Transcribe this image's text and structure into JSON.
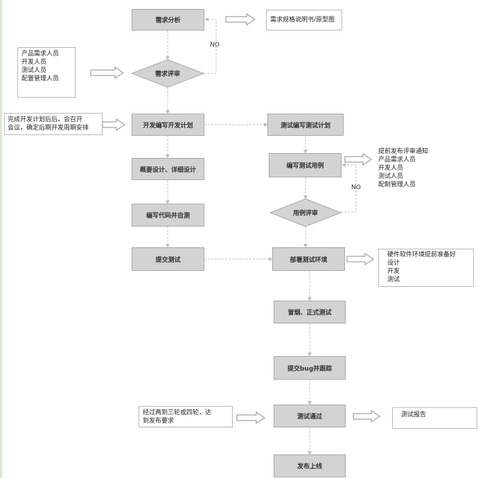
{
  "steps": {
    "requirements_analysis": "需求分析",
    "requirements_review": "需求评审",
    "dev_plan": "开发编写开发计划",
    "test_plan": "测试编写测试计划",
    "overview_design": "概要设计、详细设计",
    "write_cases": "编写测试用例",
    "code_selftest": "编写代码并自测",
    "case_review": "用例评审",
    "submit_test": "提交测试",
    "deploy_env": "部署测试环境",
    "smoke_test": "冒烟、正式测试",
    "submit_bug": "提交bug并跟踪",
    "test_pass": "测试通过",
    "release": "发布上线"
  },
  "notes": {
    "spec_doc": "需求规格说明书/原型图",
    "review_people": [
      "产品需求人员",
      "开发人员",
      "测试人员",
      "配置管理人员"
    ],
    "plan_meeting": [
      "完成开发计划后后，会召开",
      "会议，确定后期开发周期安排"
    ],
    "case_review_notice": [
      "提前发布评审通知",
      "产品需求人员",
      "开发人员",
      "测试人员",
      "配制管理人员"
    ],
    "env_prep": [
      "硬件软件环境提前准备好",
      "设计",
      "开发",
      "测试"
    ],
    "release_criteria": [
      "经过两到三轮或四轮，达",
      "到发布要求"
    ],
    "test_report": "测试报告"
  },
  "labels": {
    "no_1": "NO",
    "no_2": "NO"
  },
  "colors": {
    "box_fill": "#d3d3d3",
    "box_border": "#a8a8a8",
    "connector": "#c0c0c0",
    "hollow_arrow": "#8c8c8c"
  }
}
